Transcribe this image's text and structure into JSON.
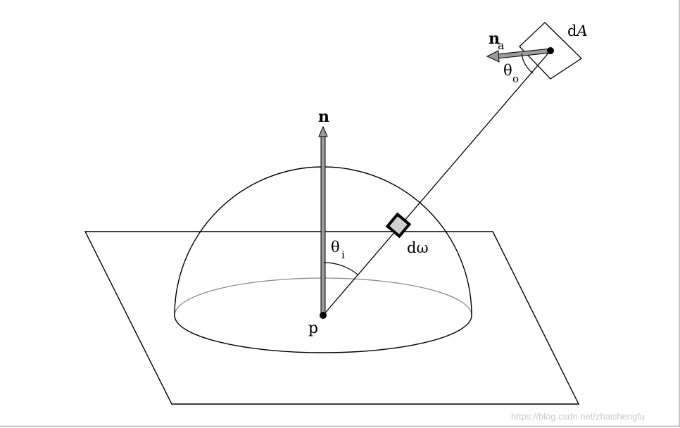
{
  "labels": {
    "surface_normal": "n",
    "area_normal": "n",
    "area_normal_subscript": "a",
    "area": "d",
    "area_italic": "A",
    "theta_out": "θ",
    "theta_out_subscript": "o",
    "theta_in": "θ",
    "theta_in_subscript": "i",
    "solid_angle": "dω",
    "point": "p"
  },
  "watermark": "https://blog.csdn.net/zhaishengfu",
  "colors": {
    "line": "#000000",
    "arrow_fill": "#9a9a9a",
    "back_ellipse": "#8a8a8a",
    "patch_fill": "#d0d0d0",
    "watermark": "#c9c9c9",
    "frame": "#b5b5b5"
  }
}
